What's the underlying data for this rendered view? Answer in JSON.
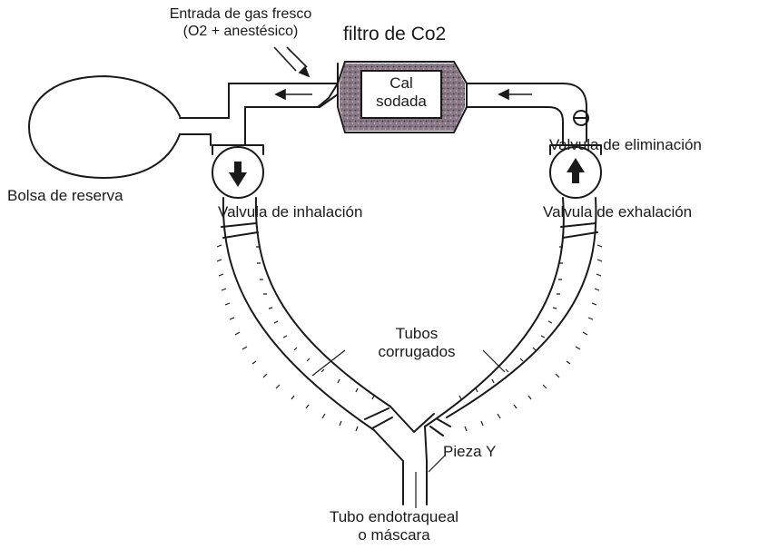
{
  "labels": {
    "gas_line1": "Entrada de gas fresco",
    "gas_line2": "(O2 + anestésico)",
    "filter": "filtro de Co2",
    "cal_line1": "Cal",
    "cal_line2": "sodada",
    "bolsa": "Bolsa de reserva",
    "inhalacion": "Valvula de inhalación",
    "eliminacion": "Valvula de eliminación",
    "exhalacion": "Valvula de exhalación",
    "tubos_line1": "Tubos",
    "tubos_line2": "corrugados",
    "pieza": "Pieza Y",
    "endo_line1": "Tubo endotraqueal",
    "endo_line2": "o máscara"
  },
  "colors": {
    "ink": "#1a1a1a",
    "filter_fill": "#8a7a88",
    "paper": "#ffffff"
  }
}
